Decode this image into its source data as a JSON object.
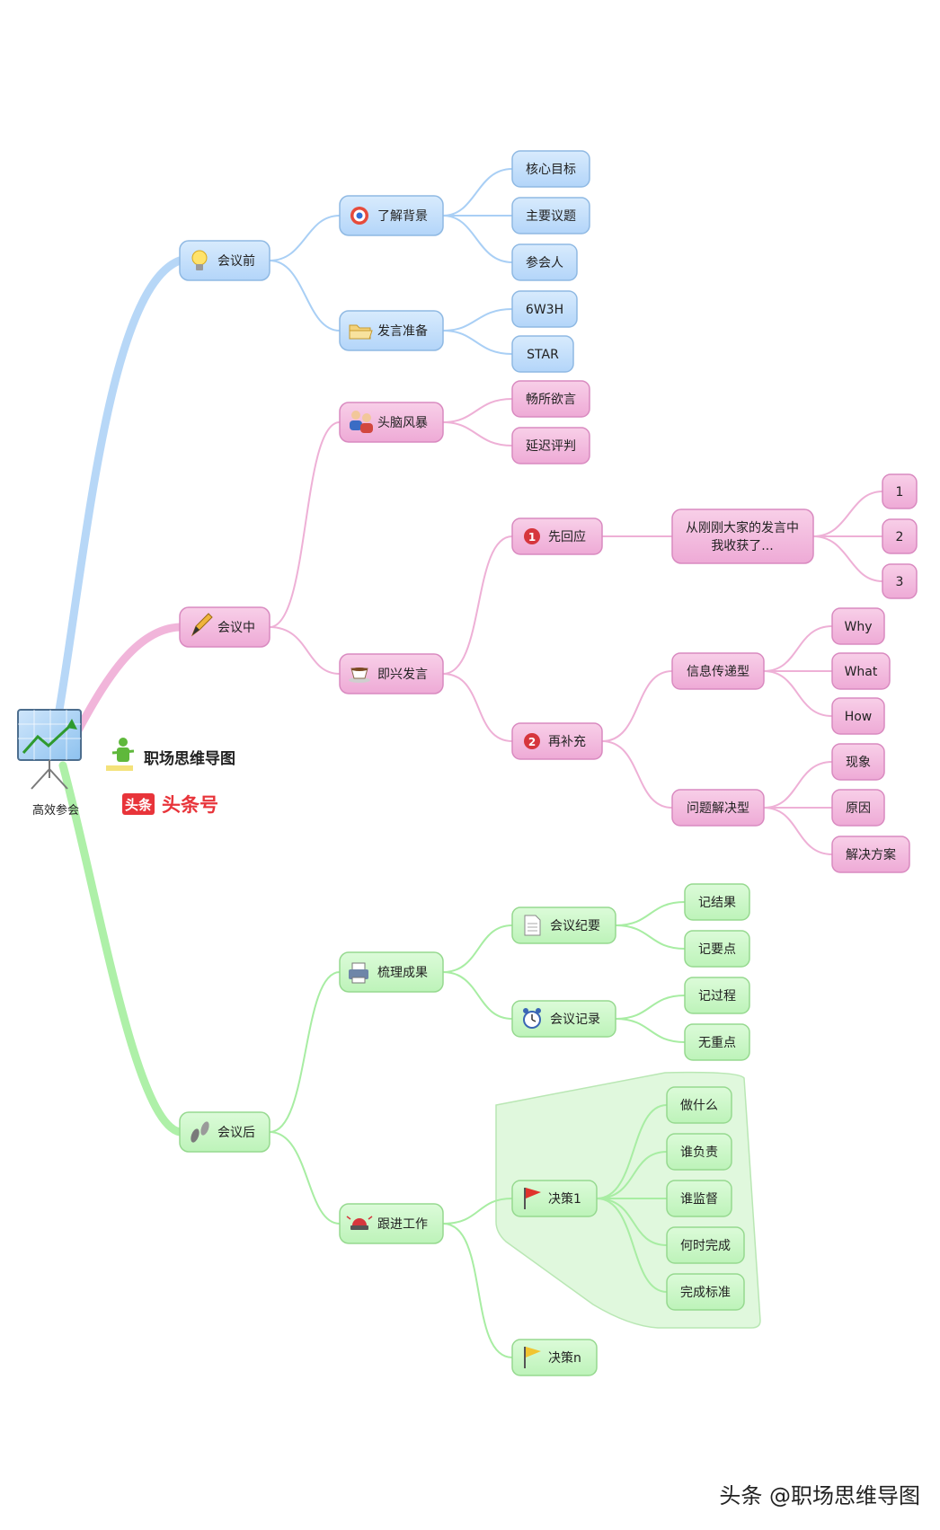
{
  "root": {
    "label": "高效参会",
    "icon": "presentation-board-icon"
  },
  "brand": {
    "name": "职场思维导图",
    "toutiao_badge": "头条",
    "toutiao_name": "头条号",
    "logo_icon": "green-figure-logo-icon"
  },
  "watermark": "头条 @职场思维导图",
  "colors": {
    "blue": "#bcdcfb",
    "blue_stroke": "#8fb9e3",
    "blue_line": "#a9cff5",
    "pink": "#f2b3db",
    "pink_stroke": "#d98ac0",
    "pink_line": "#eeb0d6",
    "green": "#c7f7c4",
    "green_stroke": "#96d98f",
    "green_line": "#a8eda3",
    "boundary": "#dff8dc"
  },
  "nodes": {
    "pre": "会议前",
    "pre_bg": "了解背景",
    "core_goal": "核心目标",
    "main_topic": "主要议题",
    "attendees": "参会人",
    "prep": "发言准备",
    "w3h": "6W3H",
    "star": "STAR",
    "during": "会议中",
    "brainstorm": "头脑风暴",
    "free_speak": "畅所欲言",
    "defer_judge": "延迟评判",
    "impromptu": "即兴发言",
    "respond_first": "先回应",
    "respond_line1": "从刚刚大家的发言中",
    "respond_line2": "我收获了...",
    "n1": "1",
    "n2": "2",
    "n3": "3",
    "supplement": "再补充",
    "info_type": "信息传递型",
    "why": "Why",
    "what": "What",
    "how": "How",
    "problem_type": "问题解决型",
    "phenomenon": "现象",
    "cause": "原因",
    "solution": "解决方案",
    "after": "会议后",
    "summary": "梳理成果",
    "minutes": "会议纪要",
    "rec_result": "记结果",
    "rec_key": "记要点",
    "record": "会议记录",
    "rec_process": "记过程",
    "no_key": "无重点",
    "follow": "跟进工作",
    "decision1": "决策1",
    "do_what": "做什么",
    "who_resp": "谁负责",
    "who_sup": "谁监督",
    "when_done": "何时完成",
    "done_std": "完成标准",
    "decision_n": "决策n"
  },
  "icons": {
    "pre": "lightbulb-icon",
    "pre_bg": "target-icon",
    "prep": "folder-icon",
    "during": "pencil-icon",
    "brainstorm": "people-icon",
    "impromptu": "coffee-cup-icon",
    "respond_first": "number-1-icon",
    "supplement": "number-2-icon",
    "after": "footprints-icon",
    "summary": "printer-icon",
    "minutes": "document-icon",
    "record": "alarm-clock-icon",
    "follow": "siren-icon",
    "decision1": "red-flag-icon",
    "decision_n": "yellow-flag-icon"
  }
}
